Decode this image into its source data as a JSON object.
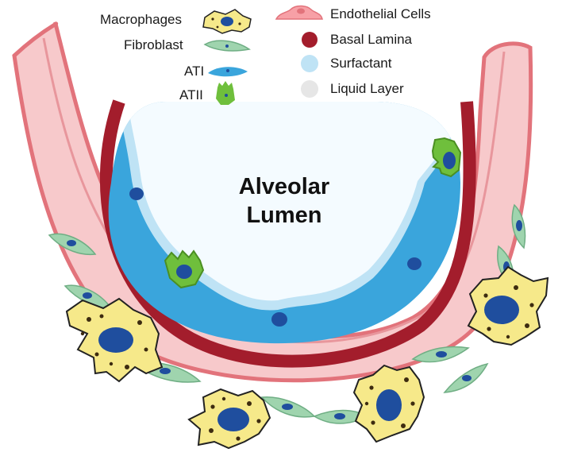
{
  "legend": {
    "macrophages": "Macrophages",
    "fibroblast": "Fibroblast",
    "ati": "ATI",
    "atii": "ATII",
    "endothelial": "Endothelial Cells",
    "basal_lamina": "Basal Lamina",
    "surfactant": "Surfactant",
    "liquid_layer": "Liquid Layer"
  },
  "lumen": {
    "line1": "Alveolar",
    "line2": "Lumen"
  },
  "colors": {
    "endothelial_fill": "#f7c9cb",
    "endothelial_edge": "#e2737b",
    "basal_lamina": "#a31d2c",
    "surfactant": "#bfe3f5",
    "liquid_layer": "#f4fbff",
    "ati": "#3aa5dc",
    "nucleus": "#1f4e9e",
    "atii": "#6fbf3c",
    "fibroblast": "#9fd4ae",
    "macrophage": "#f6e98a"
  }
}
